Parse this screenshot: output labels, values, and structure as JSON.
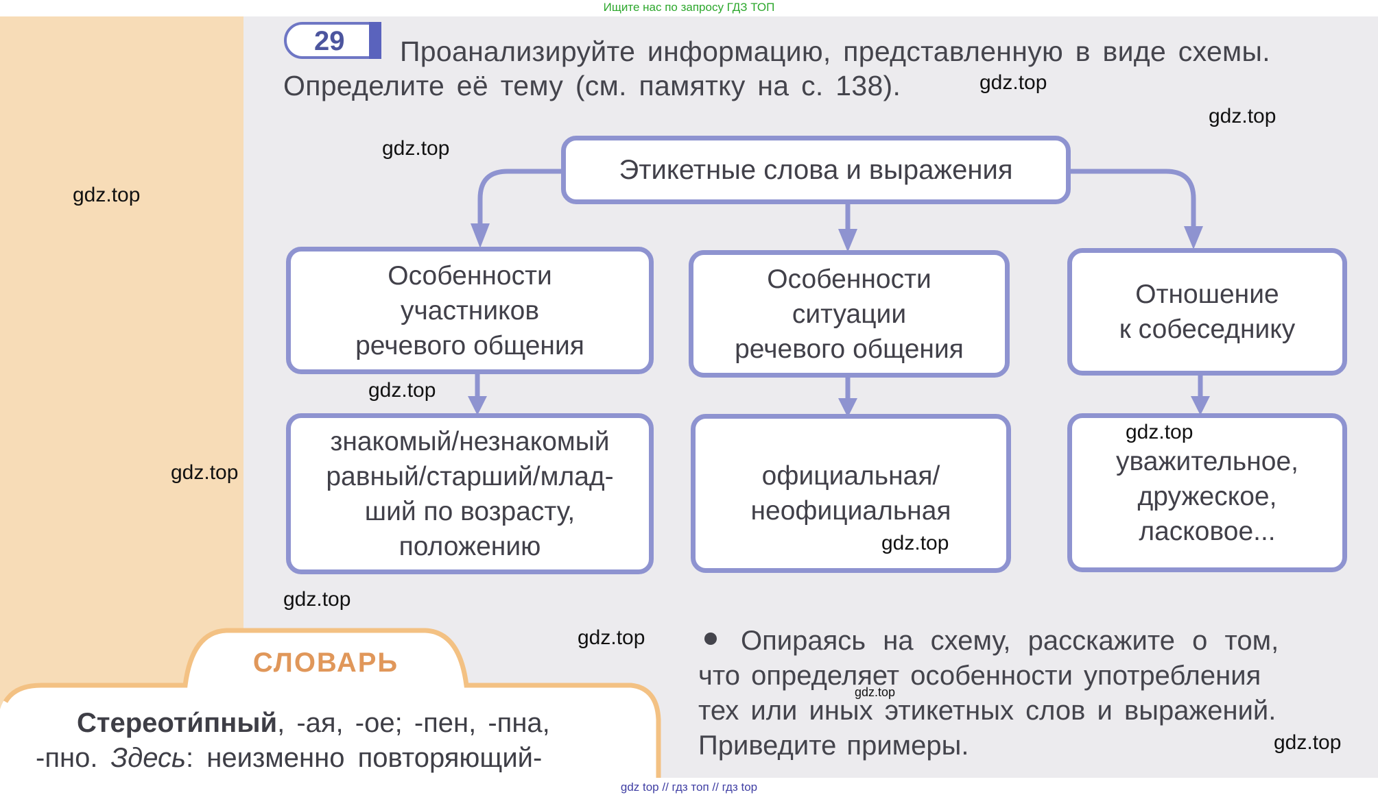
{
  "header_link": "Ищите нас по запросу ГДЗ ТОП",
  "exercise": {
    "number": "29",
    "line1": "Проанализируйте информацию, представленную в виде схемы.",
    "line2": "Определите её тему (см. памятку на с. 138)."
  },
  "scheme": {
    "root": "Этикетные слова и выражения",
    "branches": [
      {
        "title": "Особенности\nучастников\nречевого общения",
        "detail": "знакомый/незнакомый\nравный/старший/млад-\nший по возрасту,\nположению"
      },
      {
        "title": "Особенности\nситуации\nречевого общения",
        "detail": "официальная/\nнеофициальная"
      },
      {
        "title": "Отношение\nк собеседнику",
        "detail": "уважительное,\nдружеское,\nласковое..."
      }
    ]
  },
  "bullet": {
    "mark": "•",
    "lines": [
      "Опираясь на схему, расскажите о том,",
      "что определяет особенности употребления",
      "тех или иных этикетных слов и выражений.",
      "Приведите примеры."
    ]
  },
  "dictionary": {
    "title": "СЛОВАРЬ",
    "word": "Стереоти́пный",
    "endings": ", -ая, -ое; -пен, -пна,",
    "line2_start": "-пно. ",
    "here": "Здесь",
    "line2_rest": ": неизменно повторяющий-"
  },
  "watermark": "gdz.top",
  "footer_links": [
    "gdz top",
    "гдз топ",
    "гдз top"
  ],
  "footer_separator": "//",
  "colors": {
    "box_border": "#8e93d0",
    "margin_strip": "#f7dcb7",
    "dictionary_orange": "#e0975a",
    "header_green": "#2ca72c",
    "footer_blue": "#3f3ea3"
  }
}
